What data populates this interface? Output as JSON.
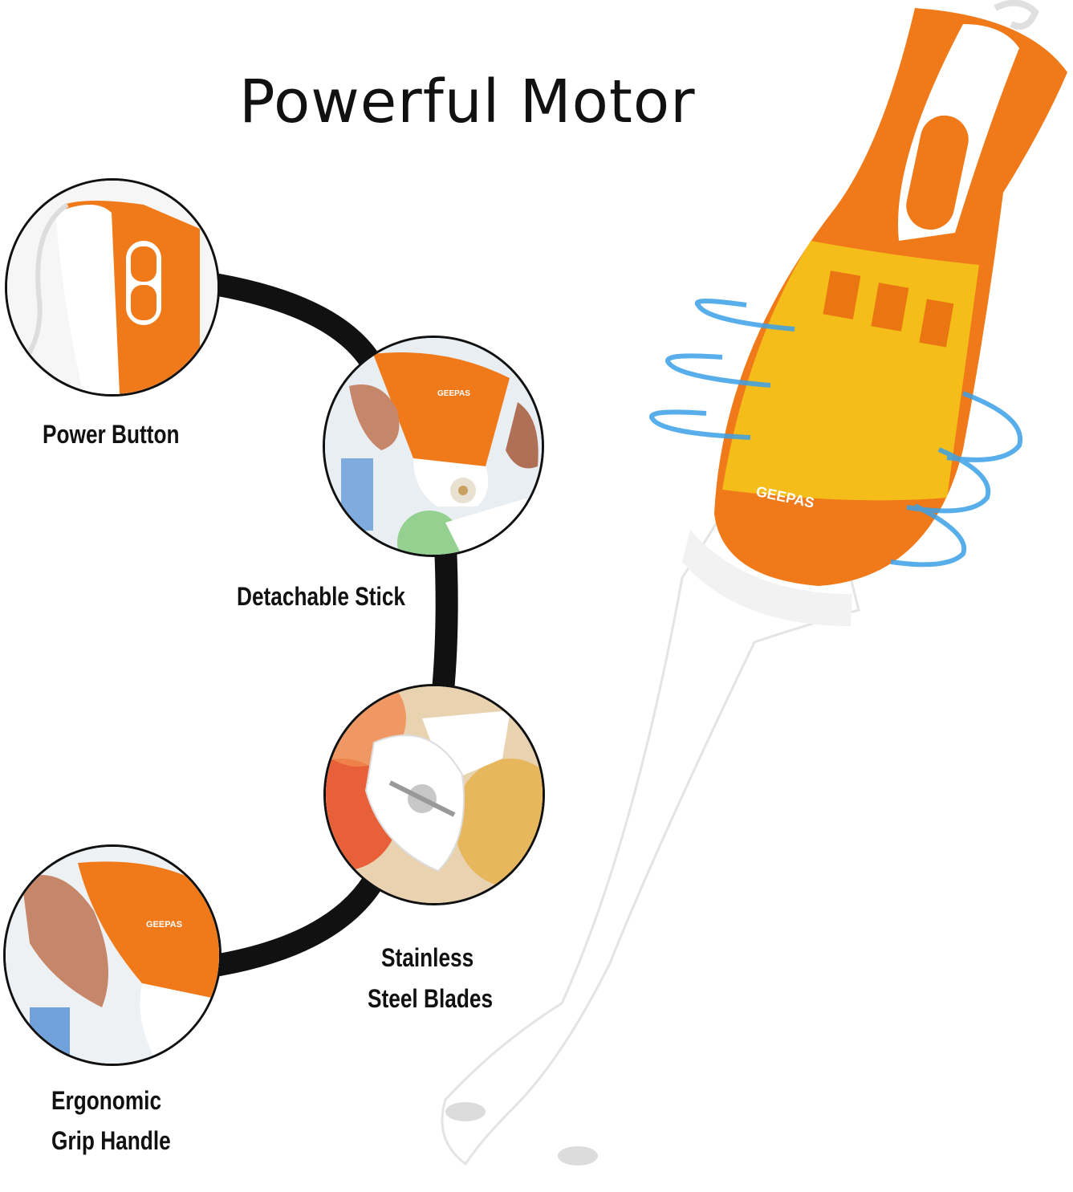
{
  "title": "Powerful Motor",
  "features": {
    "power_button": "Power Button",
    "detachable_stick": "Detachable Stick",
    "stainless_line1": "Stainless",
    "stainless_line2": "Steel Blades",
    "ergonomic_line1": "Ergonomic",
    "ergonomic_line2": "Grip Handle"
  },
  "brand": "GEEPAS",
  "colors": {
    "orange": "#f07a1a",
    "yellow": "#f7e21a",
    "blue": "#3aa0e8",
    "ring": "#111111"
  }
}
